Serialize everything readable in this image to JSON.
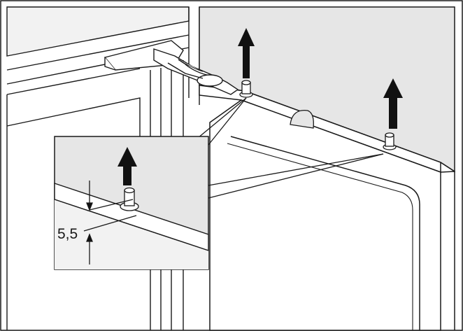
{
  "diagram": {
    "dimension_label": "5,5",
    "colors": {
      "background": "#ffffff",
      "panel_grey": "#e6e6e6",
      "light_grey": "#f2f2f2",
      "line": "#1a1a1a",
      "arrow": "#111111"
    },
    "parts": {
      "hinge": "door-hinge",
      "pins": [
        "hinge-pin-left",
        "hinge-pin-right",
        "hinge-pin-detail"
      ],
      "arrows": [
        "lift-arrow-left",
        "lift-arrow-right",
        "lift-arrow-detail"
      ]
    }
  }
}
